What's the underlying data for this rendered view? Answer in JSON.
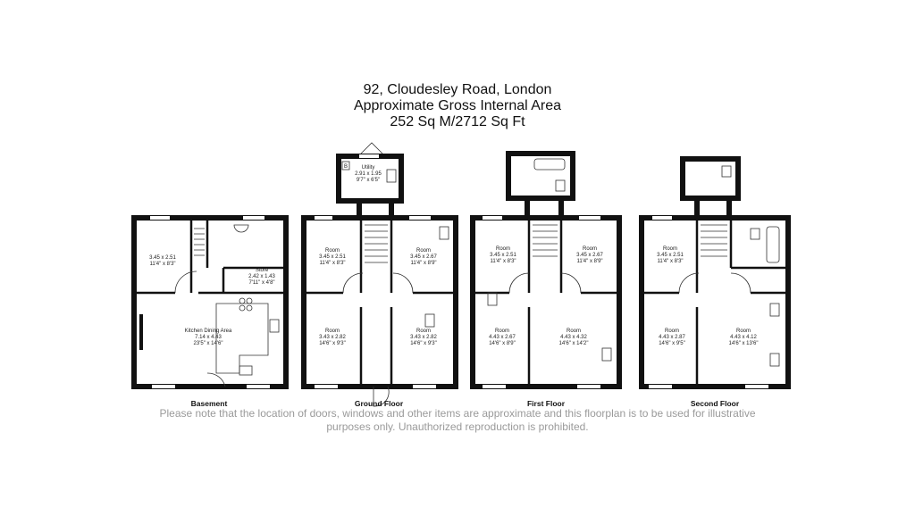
{
  "header": {
    "line1": "92, Cloudesley Road, London",
    "line2": "Approximate Gross Internal Area",
    "line3": "252 Sq M/2712 Sq Ft"
  },
  "floors": {
    "basement": {
      "label": "Basement",
      "room1": [
        "3.45 x 2.51",
        "11'4\" x 8'3\""
      ],
      "store": [
        "Store",
        "2.42 x 1.43",
        "7'11\" x 4'8\""
      ],
      "kitchen": [
        "Kitchen Dining Area",
        "7.14 x 4.43",
        "23'5\" x 14'6\""
      ]
    },
    "ground": {
      "label": "Ground Floor",
      "utility": [
        "Utility",
        "2.91 x 1.95",
        "9'7\" x 6'5\""
      ],
      "room_tl": [
        "Room",
        "3.45 x 2.51",
        "11'4\" x 8'3\""
      ],
      "room_tr": [
        "Room",
        "3.45 x 2.67",
        "11'4\" x 8'9\""
      ],
      "room_bl": [
        "Room",
        "3.43 x 2.82",
        "14'6\" x 9'3\""
      ],
      "room_br": [
        "Room",
        "3.43 x 2.82",
        "14'6\" x 9'3\""
      ]
    },
    "first": {
      "label": "First Floor",
      "room_tl": [
        "Room",
        "3.45 x 2.51",
        "11'4\" x 8'3\""
      ],
      "room_tr": [
        "Room",
        "3.45 x 2.67",
        "11'4\" x 8'9\""
      ],
      "room_bl": [
        "Room",
        "4.43 x 2.67",
        "14'6\" x 8'9\""
      ],
      "room_br": [
        "Room",
        "4.43 x 4.32",
        "14'6\" x 14'2\""
      ]
    },
    "second": {
      "label": "Second Floor",
      "room_tl": [
        "Room",
        "3.45 x 2.51",
        "11'4\" x 8'3\""
      ],
      "room_bl": [
        "Room",
        "4.43 x 2.87",
        "14'6\" x 9'5\""
      ],
      "room_br": [
        "Room",
        "4.43 x 4.12",
        "14'6\" x 13'6\""
      ]
    }
  },
  "boiler_label": "B",
  "disclaimer": {
    "line1": "Please note that the location of doors, windows and other items are approximate and this floorplan is to be used for illustrative",
    "line2": "purposes only. Unauthorized reproduction is prohibited."
  }
}
